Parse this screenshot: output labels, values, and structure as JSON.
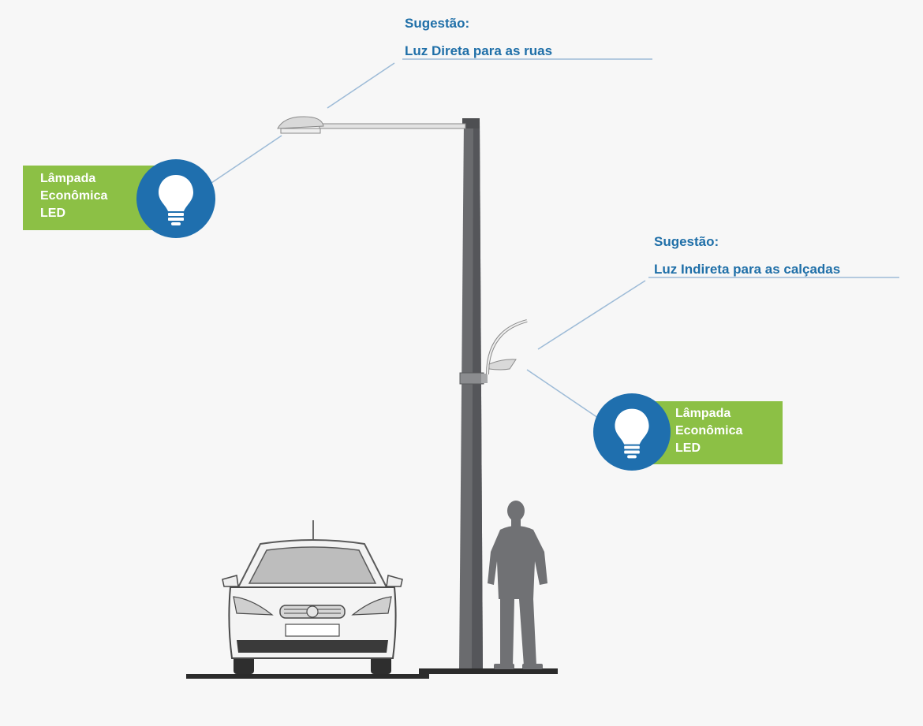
{
  "suggestion_top": {
    "heading": "Sugestão:",
    "text": "Luz Direta para as ruas"
  },
  "suggestion_side": {
    "heading": "Sugestão:",
    "text": "Luz Indireta para as calçadas"
  },
  "badge_left": {
    "lines": [
      "Lâmpada",
      "Econômica",
      "LED"
    ]
  },
  "badge_right": {
    "lines": [
      "Lâmpada",
      "Econômica",
      "LED"
    ]
  },
  "colors": {
    "accent_blue": "#1f6fae",
    "label_blue": "#1f6fa8",
    "badge_green": "#8cc045",
    "pole_gray": "#6a6b6e"
  }
}
